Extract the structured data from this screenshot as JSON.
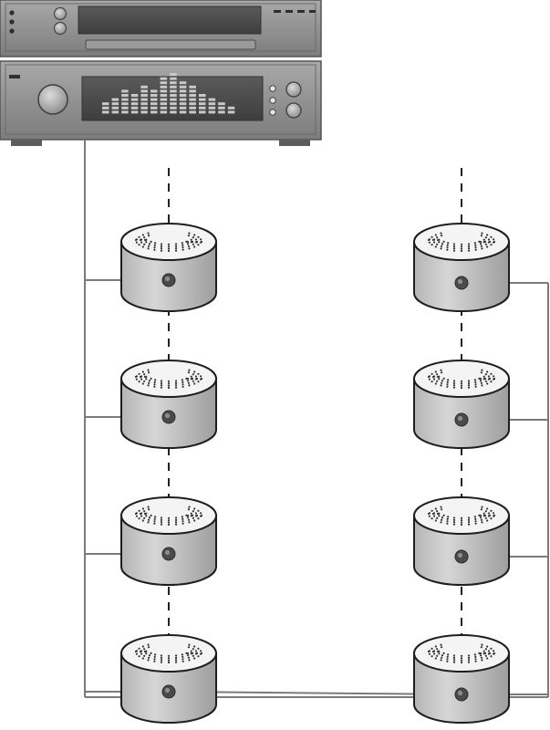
{
  "diagram": {
    "components": [
      {
        "type": "tuner",
        "icon": "tuner-unit-icon"
      },
      {
        "type": "amplifier",
        "icon": "amplifier-unit-icon"
      }
    ],
    "equalizer_levels": [
      3,
      4,
      6,
      5,
      7,
      6,
      9,
      10,
      8,
      7,
      5,
      4,
      3,
      2
    ],
    "speaker_columns": [
      {
        "side": "left",
        "count": 4,
        "wiring": "parallel"
      },
      {
        "side": "right",
        "count": 4,
        "wiring": "parallel"
      }
    ],
    "colors": {
      "chassis": "#8e8e8e",
      "panel": "#6f6f6f",
      "display": "#4b4b4b",
      "speaker_body": "#c4c4c4",
      "wire": "#7a7a7a",
      "terminal": "#5a5a5a"
    }
  }
}
